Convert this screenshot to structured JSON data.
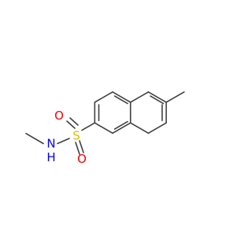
{
  "molecule": {
    "atoms": {
      "sulfur": {
        "label": "S",
        "color": "#d4c100"
      },
      "oxygen_top": {
        "label": "O",
        "color": "#ff0000"
      },
      "oxygen_bottom": {
        "label": "O",
        "color": "#ff0000"
      },
      "nitrogen": {
        "label": "N",
        "color": "#0000ff"
      },
      "hydrogen": {
        "label": "H",
        "color": "#0000ff"
      }
    },
    "bond_color": "#404040"
  }
}
